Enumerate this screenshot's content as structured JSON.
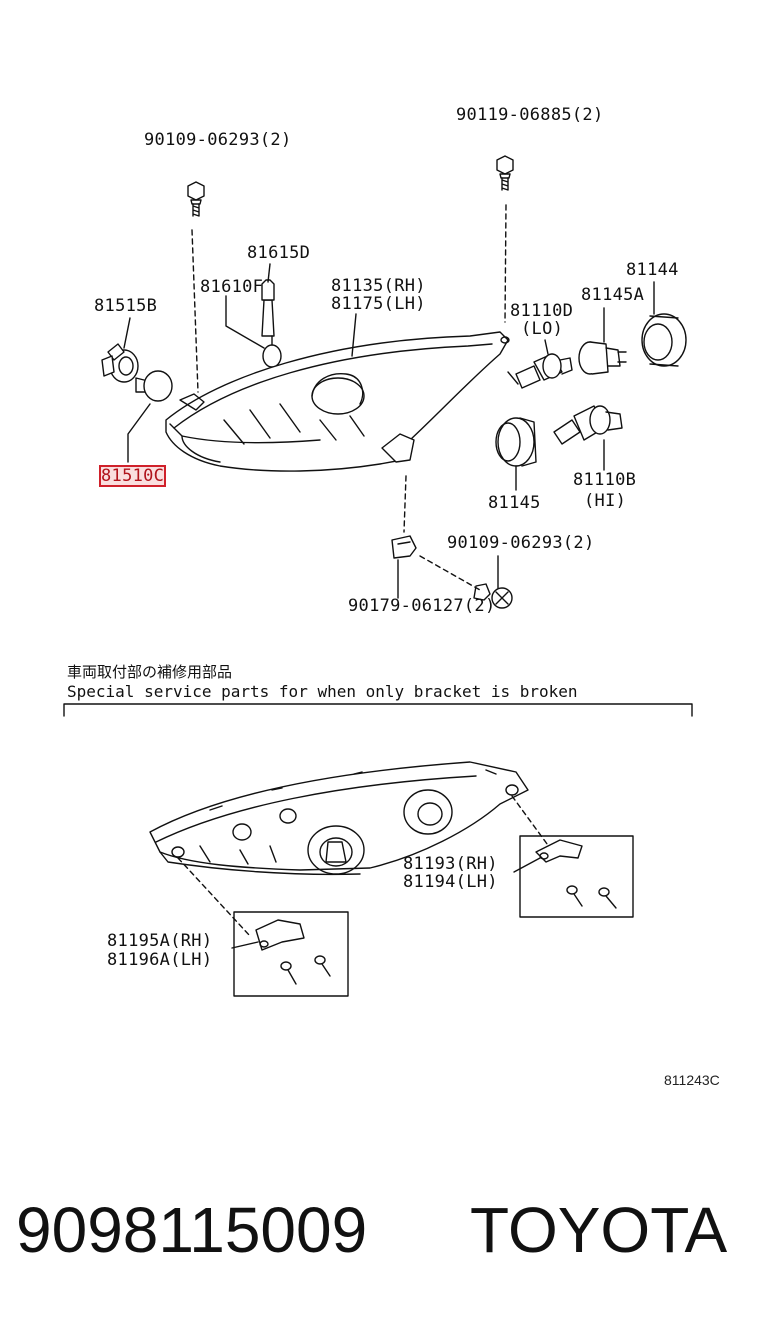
{
  "parts": {
    "bolt_top_left": "90109-06293(2)",
    "bolt_top_right": "90119-06885(2)",
    "socket_81615d": "81615D",
    "bulb_81610f": "81610F",
    "socket_81515b": "81515B",
    "housing_rh": "81135(RH)",
    "housing_lh": "81175(LH)",
    "bulb_lo": "81110D",
    "bulb_lo_tag": "(LO)",
    "socket_81145a": "81145A",
    "cover_81144": "81144",
    "callout_81510c": "81510C",
    "cap_81145": "81145",
    "bulb_hi": "81110B",
    "bulb_hi_tag": "(HI)",
    "bolt_bottom": "90109-06293(2)",
    "nut_bottom": "90179-06127(2)",
    "bracket_rh": "81193(RH)",
    "bracket_lh": "81194(LH)",
    "bracket2_rh": "81195A(RH)",
    "bracket2_lh": "81196A(LH)"
  },
  "note": {
    "japanese": "車両取付部の補修用部品",
    "english": "Special service parts for when only bracket is broken"
  },
  "illustration_code": "811243C",
  "footer": {
    "part_number": "9098115009",
    "brand": "TOYOTA"
  }
}
